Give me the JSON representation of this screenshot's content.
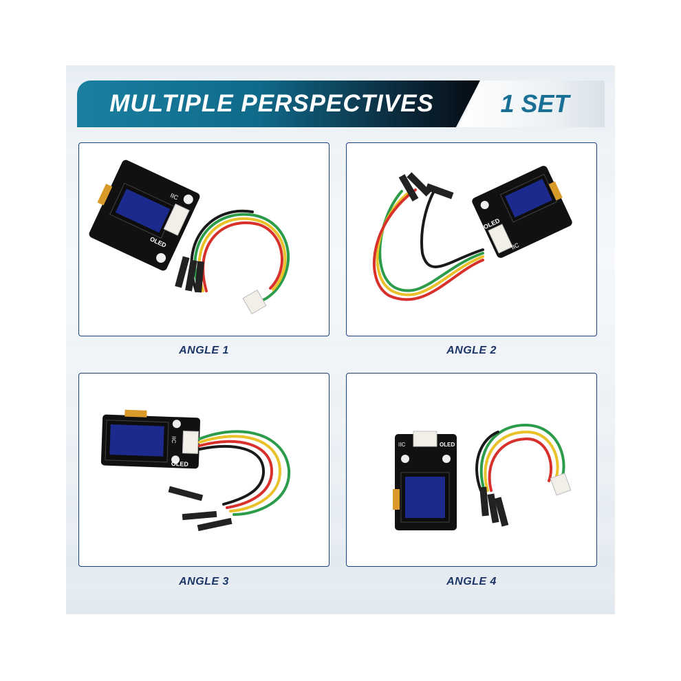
{
  "banner": {
    "title": "MULTIPLE PERSPECTIVES",
    "set_label": "1 SET"
  },
  "angles": [
    {
      "caption": "ANGLE 1",
      "board_text": "OLED",
      "port_text": "IIC"
    },
    {
      "caption": "ANGLE 2",
      "board_text": "OLED",
      "port_text": "IIC"
    },
    {
      "caption": "ANGLE 3",
      "board_text": "OLED",
      "port_text": "IIC"
    },
    {
      "caption": "ANGLE 4",
      "board_text": "OLED",
      "port_text": "IIC"
    }
  ],
  "colors": {
    "banner_dark": "#050b12",
    "banner_blue": "#1a7fa0",
    "set_text": "#1a6f95",
    "caption_text": "#1b3566",
    "frame_border": "#1b3f7a",
    "pcb": "#111111",
    "oled_screen": "#1b2a8c",
    "wire_red": "#d8302b",
    "wire_yellow": "#e9c22a",
    "wire_green": "#2c9c4a",
    "wire_black": "#1a1a1a"
  }
}
